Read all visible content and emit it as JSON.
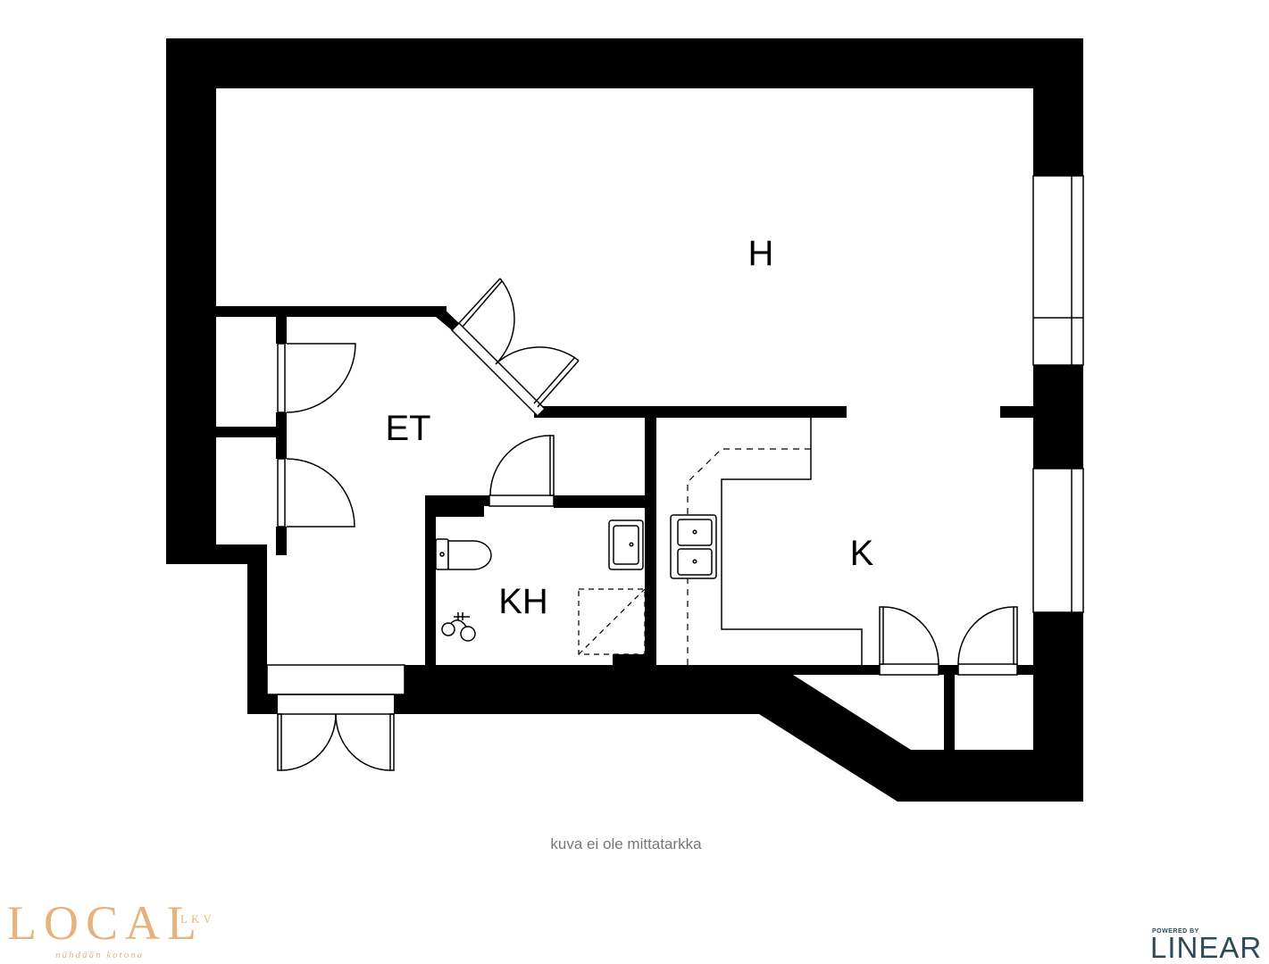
{
  "rooms": {
    "living": "H",
    "hall": "ET",
    "bathroom": "KH",
    "kitchen": "K"
  },
  "note": "kuva ei ole mittatarkka",
  "brand": {
    "name": "LOCAL",
    "suffix": "LKV",
    "tagline": "nähdään kotona",
    "color": "#e6b37c"
  },
  "powered": {
    "label": "POWERED BY",
    "name": "LINEAR",
    "color": "#2c4a57"
  },
  "colors": {
    "wall": "#000000",
    "background": "#ffffff"
  }
}
